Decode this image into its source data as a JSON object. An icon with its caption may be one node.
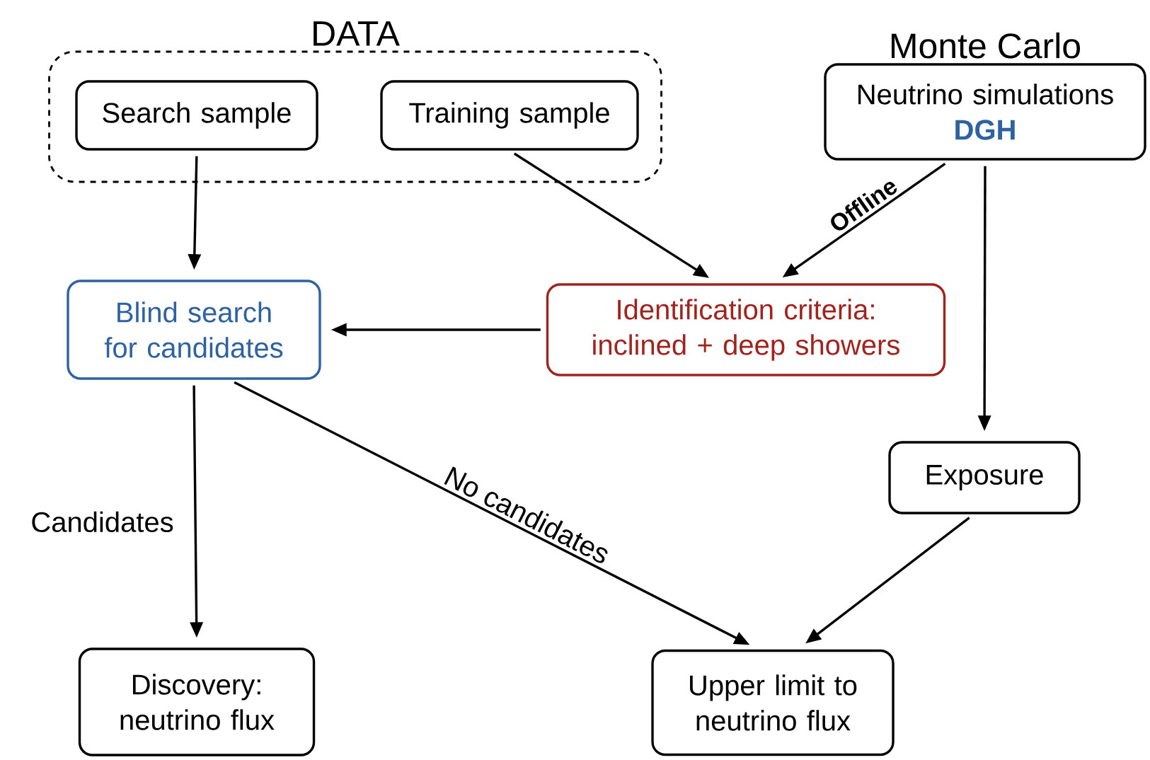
{
  "diagram": {
    "nodes": [
      {
        "text": [
          "DATA"
        ]
      },
      {
        "text": [
          "Search sample"
        ],
        "in": 0
      },
      {
        "text": [
          "Training sample"
        ],
        "in": 0
      },
      {
        "text": [
          "Monte Carlo",
          "Neutrino simulations",
          "DGH"
        ]
      },
      {
        "text": [
          "Blind search for candidates"
        ]
      },
      {
        "text": [
          "Identification criteria: inclined + deep showers"
        ]
      },
      {
        "text": [
          "Exposure"
        ]
      },
      {
        "text": [
          "Discovery: neutrino flux"
        ]
      },
      {
        "text": [
          "Upper limit to neutrino flux"
        ]
      }
    ],
    "edges": [
      {
        "from": 1,
        "to": 4,
        "arrow": "to"
      },
      {
        "from": 2,
        "to": 5,
        "arrow": "to"
      },
      {
        "from": 3,
        "to": 5,
        "arrow": "to",
        "label": "Offline"
      },
      {
        "from": 5,
        "to": 4,
        "arrow": "to"
      },
      {
        "from": 3,
        "to": 6,
        "arrow": "to"
      },
      {
        "from": 4,
        "to": 7,
        "arrow": "to",
        "label": "Candidates"
      },
      {
        "from": 4,
        "to": 8,
        "arrow": "to",
        "label": "No candidates"
      },
      {
        "from": 6,
        "to": 8,
        "arrow": "to"
      }
    ]
  }
}
